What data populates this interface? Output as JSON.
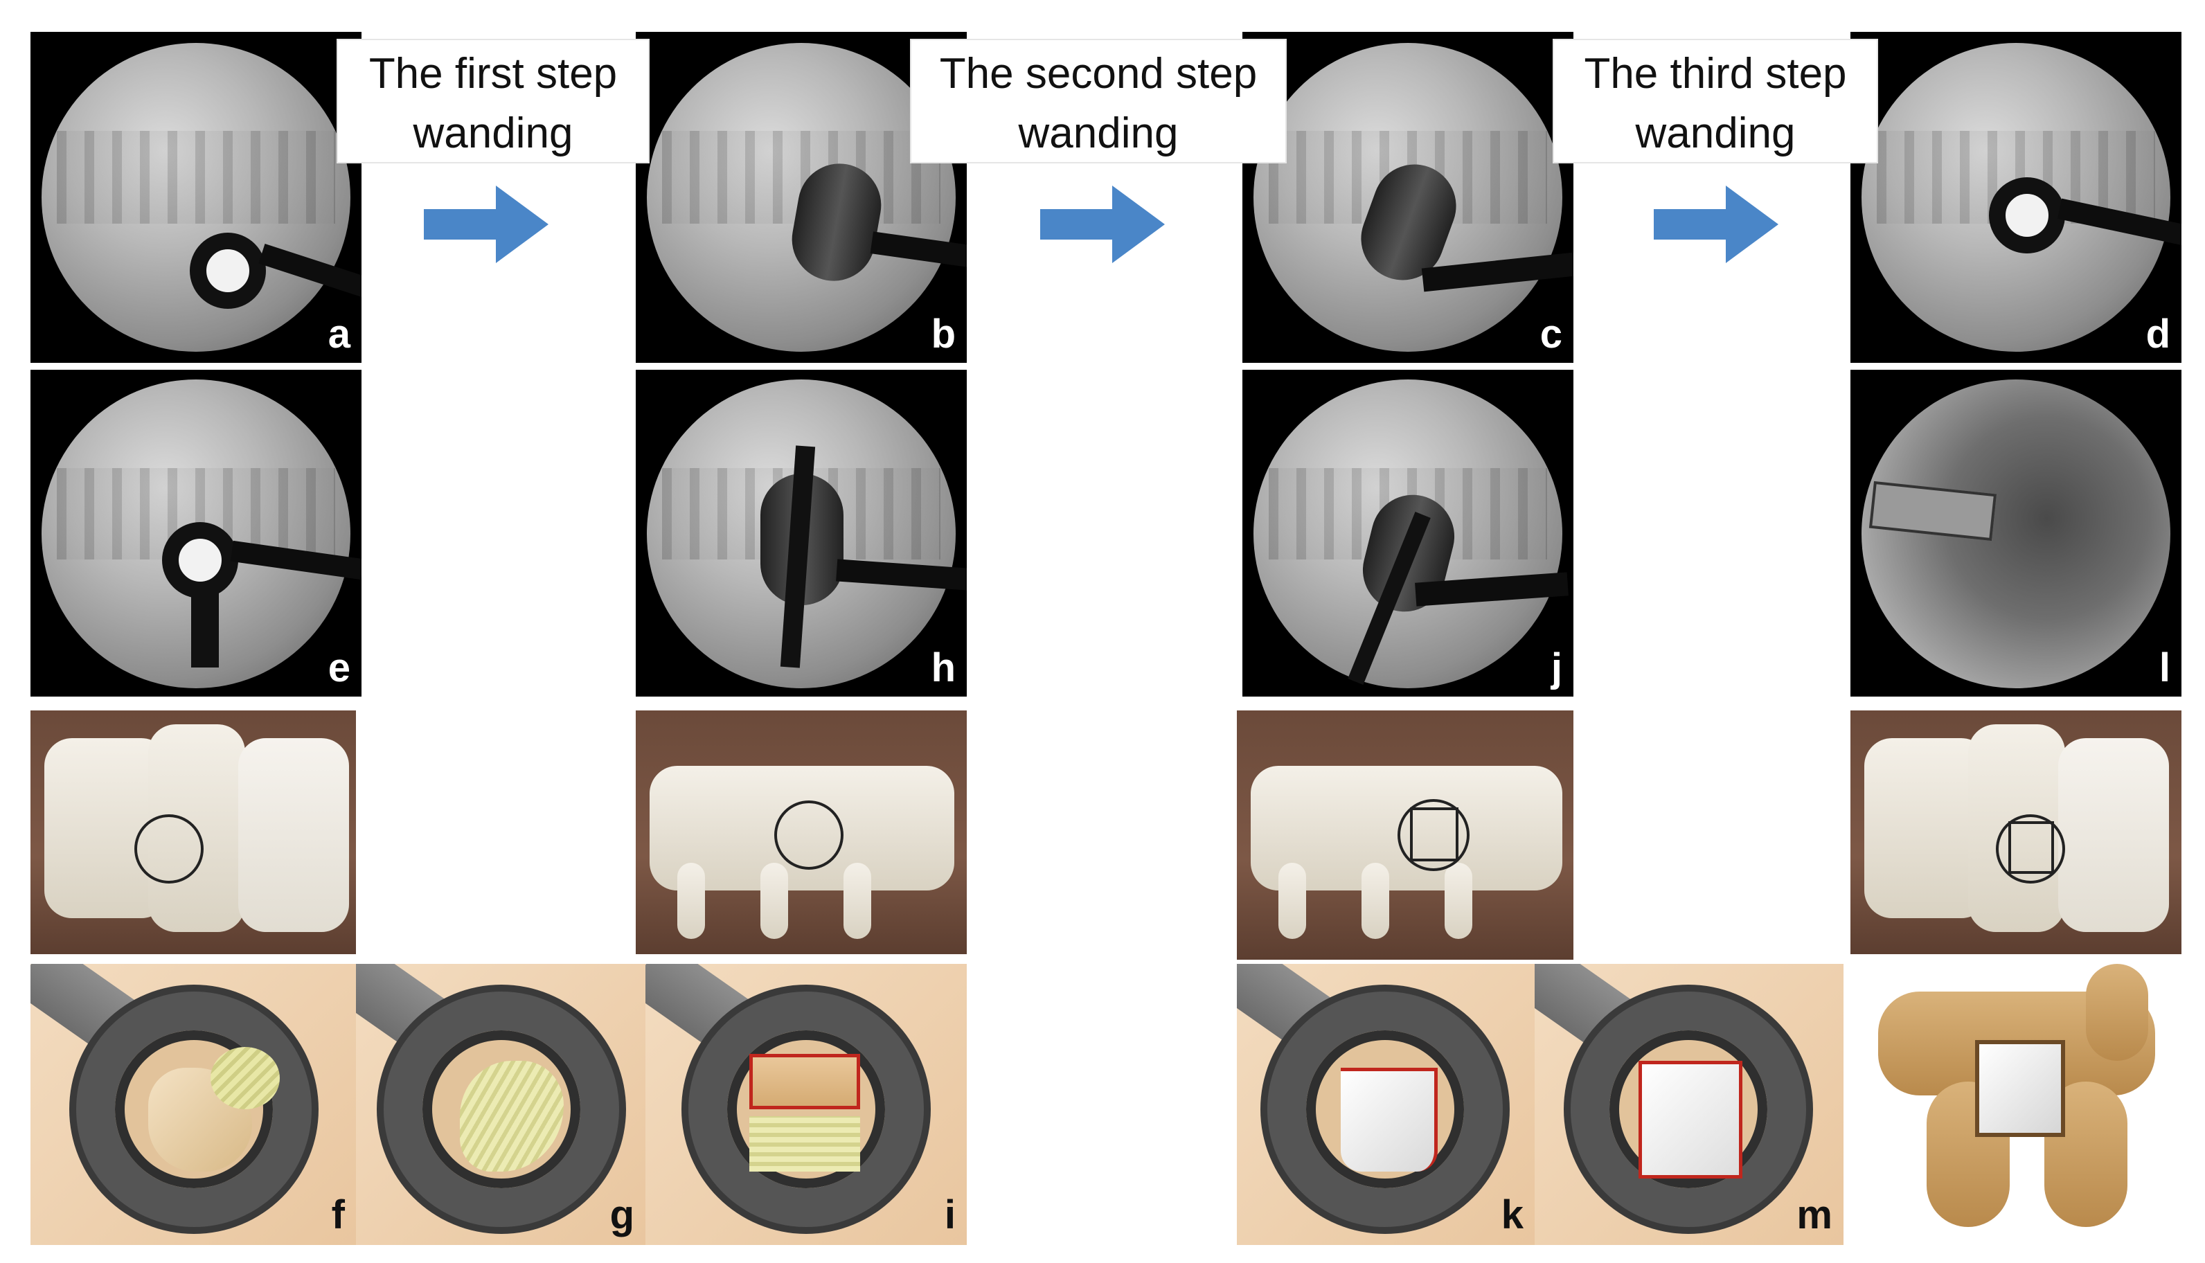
{
  "steps": [
    {
      "line1": "The first step",
      "line2": "wanding"
    },
    {
      "line1": "The second step",
      "line2": "wanding"
    },
    {
      "line1": "The third step",
      "line2": "wanding"
    }
  ],
  "panel_labels": {
    "a": "a",
    "b": "b",
    "c": "c",
    "d": "d",
    "e": "e",
    "h": "h",
    "j": "j",
    "l": "l",
    "f": "f",
    "g": "g",
    "i": "i",
    "k": "k",
    "m": "m"
  },
  "colors": {
    "arrow": "#4a86c8",
    "bone_surface": "#6b4a3a",
    "illustration_bg": "#f0d5b3",
    "margin_red": "#c0261d"
  }
}
